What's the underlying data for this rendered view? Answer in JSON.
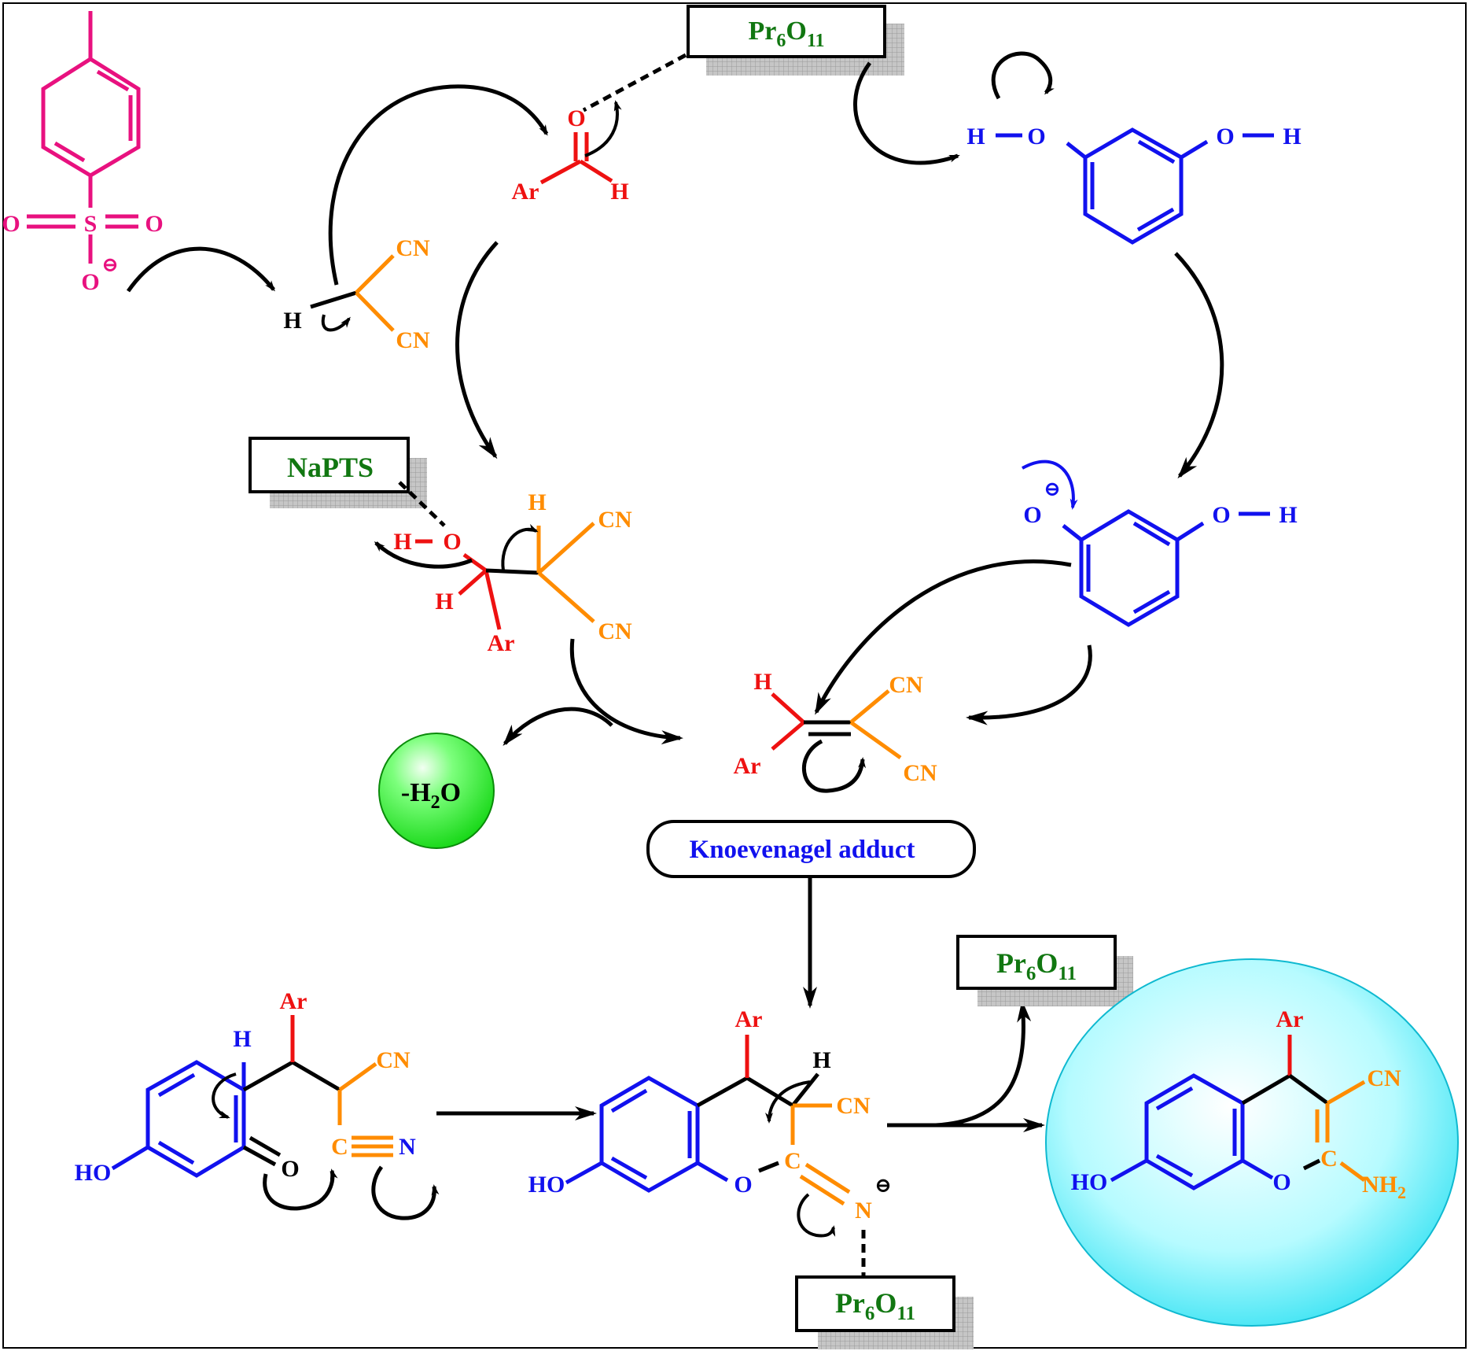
{
  "colors": {
    "pink": "#e8117f",
    "red": "#ee1111",
    "orange": "#ff8c00",
    "blue": "#1111ee",
    "green": "#117711",
    "black": "#000000"
  },
  "labels": {
    "catalyst_top": {
      "main": "Pr",
      "sub1": "6",
      "mid": "O",
      "sub2": "11"
    },
    "catalyst_mid": {
      "main": "Pr",
      "sub1": "6",
      "mid": "O",
      "sub2": "11"
    },
    "catalyst_bottom": {
      "main": "Pr",
      "sub1": "6",
      "mid": "O",
      "sub2": "11"
    },
    "napts": "NaPTS",
    "water": {
      "pre": "-H",
      "sub": "2",
      "post": "O"
    },
    "knoevenagel": "Knoevenagel adduct"
  },
  "atoms": {
    "O": "O",
    "S": "S",
    "H": "H",
    "CN": "CN",
    "Ar": "Ar",
    "C": "C",
    "N": "N",
    "HO": "HO",
    "NH": "NH",
    "sub2": "2",
    "minus": "⊖"
  }
}
